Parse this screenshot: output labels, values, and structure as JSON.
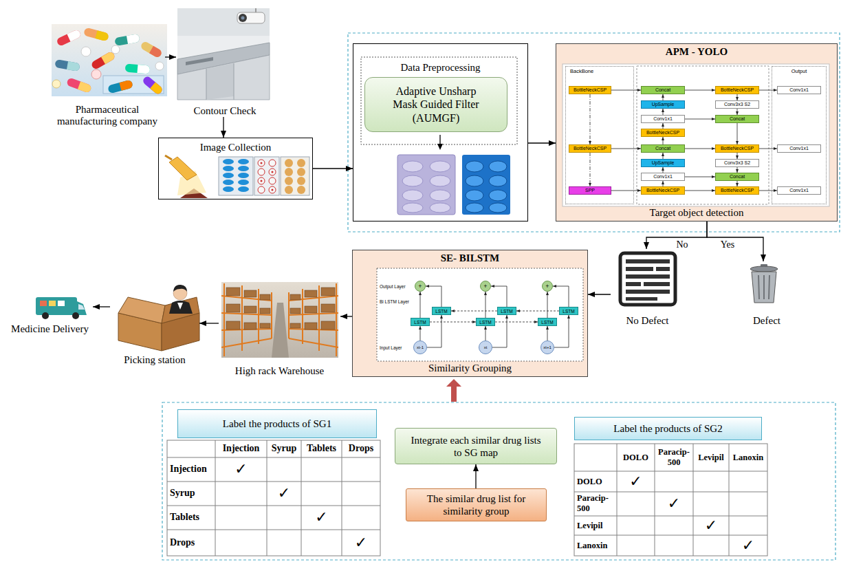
{
  "diagram": {
    "nodes": [
      {
        "text": [
          "Pharmaceutical manufacturing company"
        ]
      },
      {
        "text": [
          "Contour Check"
        ]
      },
      {
        "text": [
          "Image Collection"
        ]
      },
      {
        "text": [
          "Data Preprocessing"
        ]
      },
      {
        "text": [
          "Adaptive Unsharp Mask Guided Filter (AUMGF)"
        ],
        "in": 3
      },
      {
        "text": [
          "APM - YOLO",
          "Target object detection"
        ]
      },
      {
        "text": [
          "BackBone"
        ],
        "in": 5
      },
      {
        "text": [
          "BottleNeckCSP"
        ],
        "in": 6
      },
      {
        "text": [
          "BottleNeckCSP"
        ],
        "in": 6
      },
      {
        "text": [
          "SPP"
        ],
        "in": 6
      },
      {
        "text": [
          "Concat"
        ],
        "in": 5
      },
      {
        "text": [
          "UpSample"
        ],
        "in": 5
      },
      {
        "text": [
          "Conv1x1"
        ],
        "in": 5
      },
      {
        "text": [
          "BottleNeckCSP"
        ],
        "in": 5
      },
      {
        "text": [
          "Concat"
        ],
        "in": 5
      },
      {
        "text": [
          "UpSample"
        ],
        "in": 5
      },
      {
        "text": [
          "Conv1x1"
        ],
        "in": 5
      },
      {
        "text": [
          "BottleNeckCSP"
        ],
        "in": 5
      },
      {
        "text": [
          "BottleNeckCSP"
        ],
        "in": 5
      },
      {
        "text": [
          "Conv3x3 S2"
        ],
        "in": 5
      },
      {
        "text": [
          "Concat"
        ],
        "in": 5
      },
      {
        "text": [
          "BottleNeckCSP"
        ],
        "in": 5
      },
      {
        "text": [
          "Conv3x3 S2"
        ],
        "in": 5
      },
      {
        "text": [
          "Concat"
        ],
        "in": 5
      },
      {
        "text": [
          "BottleNeckCSP"
        ],
        "in": 5
      },
      {
        "text": [
          "Output"
        ],
        "in": 5
      },
      {
        "text": [
          "Conv1x1"
        ],
        "in": 25
      },
      {
        "text": [
          "Conv1x1"
        ],
        "in": 25
      },
      {
        "text": [
          "Conv1x1"
        ],
        "in": 25
      },
      {
        "text": [
          "No Defect"
        ]
      },
      {
        "text": [
          "Defect"
        ]
      },
      {
        "text": [
          "SE- BILSTM",
          "Similarity Grouping"
        ]
      },
      {
        "text": [
          "+"
        ],
        "in": 31
      },
      {
        "text": [
          "+"
        ],
        "in": 31
      },
      {
        "text": [
          "+"
        ],
        "in": 31
      },
      {
        "text": [
          "LSTM"
        ],
        "in": 31
      },
      {
        "text": [
          "LSTM"
        ],
        "in": 31
      },
      {
        "text": [
          "LSTM"
        ],
        "in": 31
      },
      {
        "text": [
          "LSTM"
        ],
        "in": 31
      },
      {
        "text": [
          "LSTM"
        ],
        "in": 31
      },
      {
        "text": [
          "LSTM"
        ],
        "in": 31
      },
      {
        "text": [
          "xt-1"
        ],
        "in": 31
      },
      {
        "text": [
          "xt"
        ],
        "in": 31
      },
      {
        "text": [
          "xt+1"
        ],
        "in": 31
      },
      {
        "text": [
          "High rack Warehouse"
        ]
      },
      {
        "text": [
          "Picking station"
        ]
      },
      {
        "text": [
          "Medicine Delivery"
        ]
      },
      {
        "text": [
          "Label the products of SG1"
        ]
      },
      {
        "text": [
          "Integrate each similar drug lists to SG map"
        ]
      },
      {
        "text": [
          "The similar drug list for similarity group"
        ]
      },
      {
        "text": [
          "Label the products of SG2"
        ]
      }
    ],
    "edges": [
      {
        "from": 0,
        "to": 1,
        "arrow": "to"
      },
      {
        "from": 1,
        "to": 2,
        "arrow": "to"
      },
      {
        "from": 2,
        "to": 3,
        "arrow": "to"
      },
      {
        "from": 3,
        "to": 5,
        "arrow": "to"
      },
      {
        "from": 7,
        "to": 8,
        "arrow": "to"
      },
      {
        "from": 8,
        "to": 9,
        "arrow": "to"
      },
      {
        "from": 7,
        "to": 10,
        "arrow": "to"
      },
      {
        "from": 10,
        "to": 18,
        "arrow": "to"
      },
      {
        "from": 18,
        "to": 26,
        "arrow": "to"
      },
      {
        "from": 11,
        "to": 10,
        "arrow": "to"
      },
      {
        "from": 12,
        "to": 11,
        "arrow": "to"
      },
      {
        "from": 13,
        "to": 12,
        "arrow": "to"
      },
      {
        "from": 14,
        "to": 13,
        "arrow": "to"
      },
      {
        "from": 8,
        "to": 14,
        "arrow": "to"
      },
      {
        "from": 14,
        "to": 21,
        "arrow": "to"
      },
      {
        "from": 15,
        "to": 14,
        "arrow": "to"
      },
      {
        "from": 16,
        "to": 15,
        "arrow": "to"
      },
      {
        "from": 17,
        "to": 16,
        "arrow": "to"
      },
      {
        "from": 9,
        "to": 17,
        "arrow": "to"
      },
      {
        "from": 17,
        "to": 24,
        "arrow": "to"
      },
      {
        "from": 18,
        "to": 19,
        "arrow": "to"
      },
      {
        "from": 19,
        "to": 20,
        "arrow": "to"
      },
      {
        "from": 12,
        "to": 20,
        "arrow": "to"
      },
      {
        "from": 20,
        "to": 21,
        "arrow": "to"
      },
      {
        "from": 21,
        "to": 27,
        "arrow": "to"
      },
      {
        "from": 21,
        "to": 22,
        "arrow": "to"
      },
      {
        "from": 22,
        "to": 23,
        "arrow": "to"
      },
      {
        "from": 16,
        "to": 23,
        "arrow": "to"
      },
      {
        "from": 23,
        "to": 24,
        "arrow": "to"
      },
      {
        "from": 24,
        "to": 28,
        "arrow": "to"
      },
      {
        "from": 5,
        "to": 29,
        "label": "No",
        "arrow": "to"
      },
      {
        "from": 5,
        "to": 30,
        "label": "Yes",
        "arrow": "to"
      },
      {
        "from": 29,
        "to": 31,
        "arrow": "to"
      },
      {
        "from": 41,
        "to": 38,
        "arrow": "to"
      },
      {
        "from": 42,
        "to": 39,
        "arrow": "to"
      },
      {
        "from": 43,
        "to": 40,
        "arrow": "to"
      },
      {
        "from": 41,
        "to": 35,
        "arrow": "to"
      },
      {
        "from": 42,
        "to": 36,
        "arrow": "to"
      },
      {
        "from": 43,
        "to": 37,
        "arrow": "to"
      },
      {
        "from": 38,
        "to": 32,
        "arrow": "to"
      },
      {
        "from": 39,
        "to": 33,
        "arrow": "to"
      },
      {
        "from": 40,
        "to": 34,
        "arrow": "to"
      },
      {
        "from": 35,
        "to": 32,
        "arrow": "to"
      },
      {
        "from": 36,
        "to": 33,
        "arrow": "to"
      },
      {
        "from": 37,
        "to": 34,
        "arrow": "to"
      },
      {
        "from": 38,
        "to": 39,
        "arrow": "to"
      },
      {
        "from": 39,
        "to": 40,
        "arrow": "to"
      },
      {
        "from": 37,
        "to": 36,
        "arrow": "to"
      },
      {
        "from": 36,
        "to": 35,
        "arrow": "to"
      },
      {
        "from": 31,
        "to": 44,
        "arrow": "to"
      },
      {
        "from": 44,
        "to": 45,
        "arrow": "to"
      },
      {
        "from": 45,
        "to": 46,
        "arrow": "to"
      },
      {
        "from": 49,
        "to": 48,
        "arrow": "to"
      }
    ],
    "labels": [
      "Output Layer",
      "Bi LSTM Layer",
      "Input Layer",
      "Injection",
      "Syrup",
      "Tablets",
      "Drops",
      "Injection",
      "✓",
      "Syrup",
      "✓",
      "Tablets",
      "✓",
      "Drops",
      "✓",
      "DOLO",
      "Paracip-500",
      "Levipil",
      "Lanoxin",
      "DOLO",
      "✓",
      "Paracip-500",
      "✓",
      "Levipil",
      "✓",
      "Lanoxin",
      "✓"
    ]
  }
}
